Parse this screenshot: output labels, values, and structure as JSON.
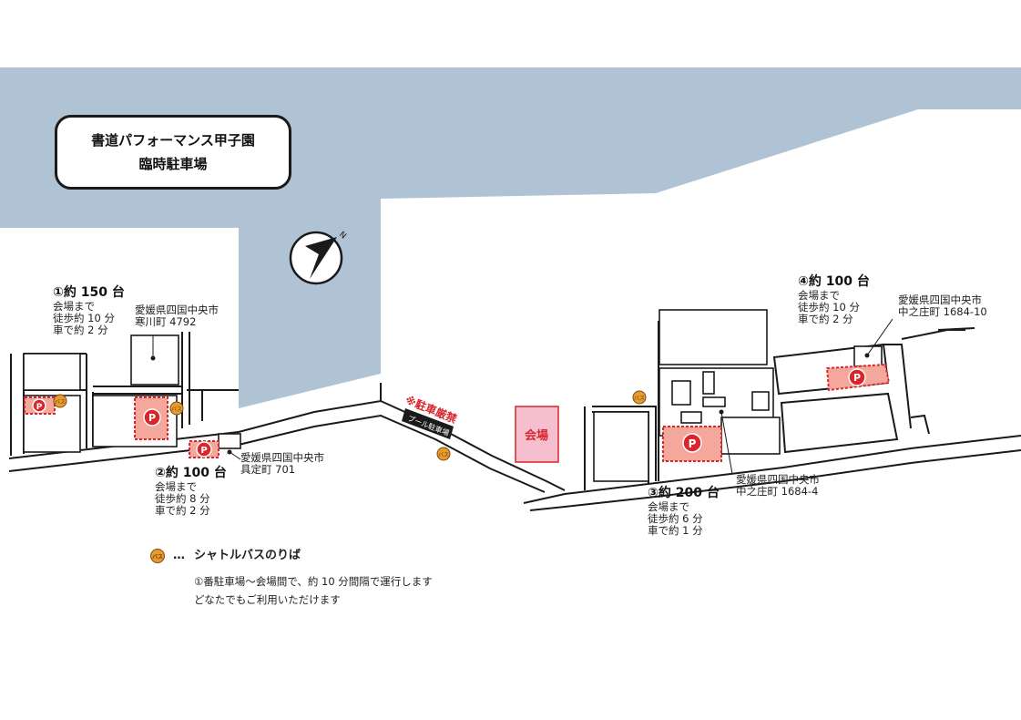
{
  "title": {
    "line1": "書道パフォーマンス甲子園",
    "line2": "臨時駐車場"
  },
  "compass": {
    "label": "N"
  },
  "venue": {
    "label": "会場"
  },
  "no_parking": {
    "label": "※駐車厳禁",
    "pool_label": "プール駐車場"
  },
  "parking_icon": "P",
  "bus_icon": "バス",
  "lots": [
    {
      "id": "1",
      "capacity": "①約 150 台",
      "walk": "会場まで",
      "walk2": "徒歩約 10 分",
      "car": "車で約 2 分",
      "address1": "愛媛県四国中央市",
      "address2": "寒川町 4792"
    },
    {
      "id": "2",
      "capacity": "②約 100 台",
      "walk": "会場まで",
      "walk2": "徒歩約 8 分",
      "car": "車で約 2 分",
      "address1": "愛媛県四国中央市",
      "address2": "具定町 701"
    },
    {
      "id": "3",
      "capacity": "③約 200 台",
      "walk": "会場まで",
      "walk2": "徒歩約 6 分",
      "car": "車で約 1 分",
      "address1": "愛媛県四国中央市",
      "address2": "中之庄町 1684-4"
    },
    {
      "id": "4",
      "capacity": "④約 100 台",
      "walk": "会場まで",
      "walk2": "徒歩約 10 分",
      "car": "車で約 2 分",
      "address1": "愛媛県四国中央市",
      "address2": "中之庄町 1684-10"
    }
  ],
  "legend": {
    "dots": "…",
    "label": "シャトルバスのりば",
    "note1": "①番駐車場～会場間で、約 10 分間隔で運行します",
    "note2": "どなたでもご利用いただけます"
  },
  "colors": {
    "sea": "#b0c3d4",
    "parking": "#f3a89b",
    "parking_border": "#d9262d",
    "venue": "#f5bfd0",
    "bus": "#e79a2e"
  }
}
